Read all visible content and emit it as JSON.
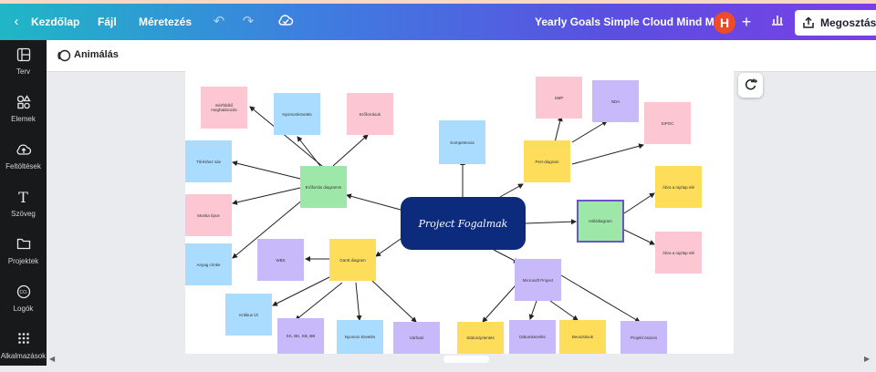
{
  "topbar": {
    "back_label": "Kezdőlap",
    "file_label": "Fájl",
    "resize_label": "Méretezés",
    "doc_title": "Yearly Goals Simple Cloud Mind Map",
    "avatar_initial": "H",
    "share_label": "Megosztás"
  },
  "sidebar": {
    "items": [
      {
        "label": "Terv",
        "icon": "layout-icon"
      },
      {
        "label": "Elemek",
        "icon": "shapes-icon"
      },
      {
        "label": "Feltöltések",
        "icon": "cloud-upload-icon"
      },
      {
        "label": "Szöveg",
        "icon": "text-icon"
      },
      {
        "label": "Projektek",
        "icon": "folder-icon"
      },
      {
        "label": "Logók",
        "icon": "logo-icon"
      },
      {
        "label": "Alkalmazások",
        "icon": "apps-grid-icon"
      }
    ]
  },
  "subbar": {
    "animate_label": "Animálás"
  },
  "mindmap": {
    "central": "Project Fogalmak",
    "notes": {
      "n1": "mérföldkő meghatározás",
      "n2": "Nyomonkövetés",
      "n3": "Erőforrások",
      "n4": "Tűréshez sáv",
      "n5": "Erőforrás diagramm",
      "n6": "Munka típus",
      "n7": "Anyag címke",
      "n8": "WBS",
      "n9": "Gantt diagram",
      "n10": "Kritikus Út",
      "n11": "KK, BK, KB, BB",
      "n12": "Nyomon követés",
      "n13": "Várható",
      "n14": "Kompetencia",
      "n15": "SMP",
      "n16": "NDA",
      "n17": "SIPOC",
      "n18": "Pert-diagram",
      "n19": "Hálódiagram",
      "n20": "Ábra a rajzlap elé",
      "n21": "Ábra a rajzlap elé",
      "n22": "Microsoft Project",
      "n23": "Státuszjelentés",
      "n24": "Dátumkezelés",
      "n25": "Beosztások",
      "n26": "Projekt összes"
    }
  },
  "colors": {
    "accent_gradient_start": "#1fb7c6",
    "accent_gradient_end": "#7a3fe6",
    "central_node": "#0d2b7c",
    "avatar": "#ef4b2a"
  }
}
